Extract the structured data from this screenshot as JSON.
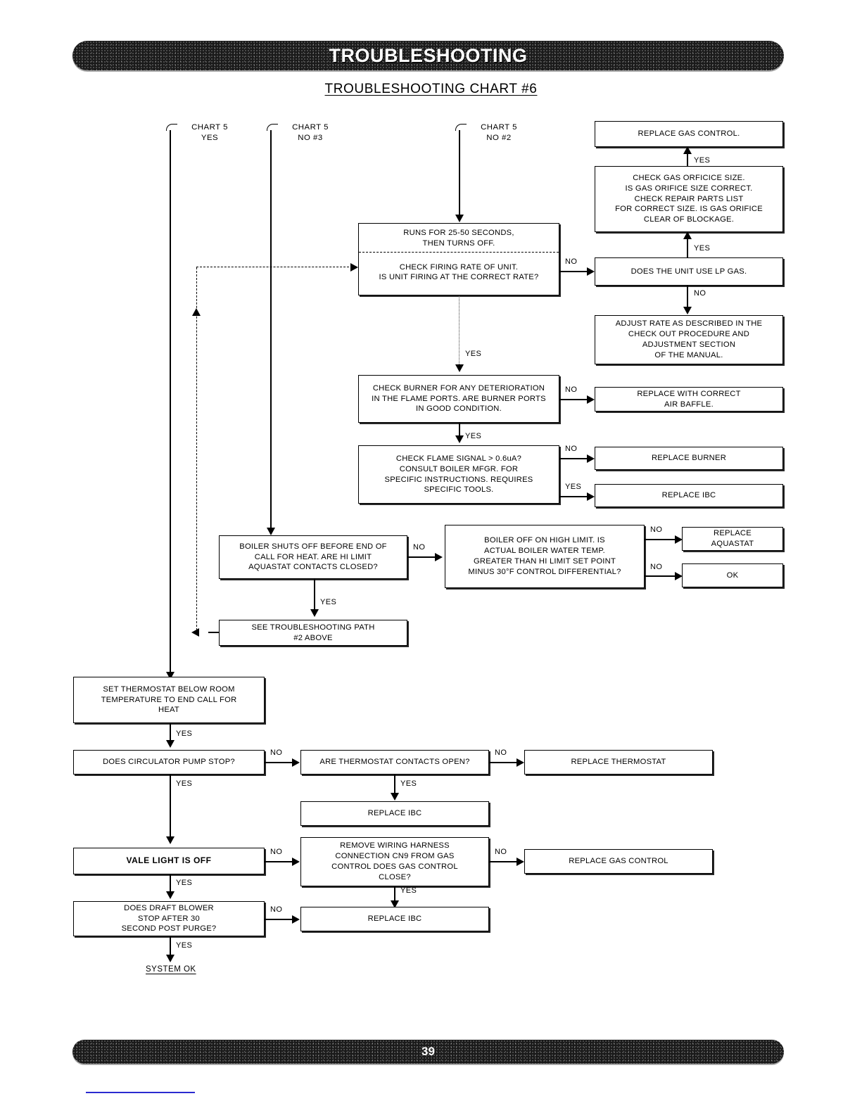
{
  "header": {
    "title": "TROUBLESHOOTING"
  },
  "footer": {
    "page_number": "39"
  },
  "chart_title": "TROUBLESHOOTING CHART #6",
  "entries": [
    {
      "id": "entry-chart5-yes",
      "label": "CHART 5\nYES"
    },
    {
      "id": "entry-chart5-no3",
      "label": "CHART 5\nNO #3"
    },
    {
      "id": "entry-chart5-no2",
      "label": "CHART 5\nNO #2"
    }
  ],
  "boxes": {
    "replace_gas_control_top": "REPLACE GAS CONTROL.",
    "check_gas_orifice": "CHECK GAS ORFICICE SIZE.\nIS GAS ORIFICE SIZE CORRECT.\nCHECK REPAIR PARTS LIST\nFOR CORRECT SIZE. IS GAS ORIFICE\nCLEAR OF BLOCKAGE.",
    "runs_for_header": "RUNS FOR 25-50 SECONDS,\nTHEN TURNS OFF.",
    "check_firing_rate": "CHECK FIRING RATE OF UNIT.\nIS UNIT FIRING AT THE CORRECT RATE?",
    "does_unit_use_lp_gas": "DOES THE UNIT USE LP GAS.",
    "adjust_rate": "ADJUST RATE AS DESCRIBED IN THE\nCHECK OUT PROCEDURE AND\nADJUSTMENT SECTION\nOF THE MANUAL.",
    "check_burner": "CHECK BURNER FOR ANY DETERIORATION\nIN THE FLAME PORTS. ARE BURNER PORTS\nIN GOOD CONDITION.",
    "replace_air_baffle": "REPLACE WITH CORRECT\nAIR BAFFLE.",
    "check_flame_signal": "CHECK FLAME SIGNAL > 0.6uA?\nCONSULT BOILER MFGR. FOR\nSPECIFIC INSTRUCTIONS. REQUIRES\nSPECIFIC TOOLS.",
    "replace_burner": "REPLACE BURNER",
    "replace_ibc_flame": "REPLACE IBC",
    "boiler_shuts_off": "BOILER SHUTS OFF BEFORE END OF\nCALL FOR HEAT. ARE HI LIMIT\nAQUASTAT CONTACTS CLOSED?",
    "boiler_off_high_limit": "BOILER OFF ON HIGH LIMIT. IS\nACTUAL BOILER WATER TEMP.\nGREATER THAN HI LIMIT SET POINT\nMINUS 30°F CONTROL DIFFERENTIAL?",
    "replace_aquastat": "REPLACE\nAQUASTAT",
    "ok": "OK",
    "see_path_2": "SEE TROUBLESHOOTING PATH\n#2 ABOVE",
    "set_thermostat": "SET THERMOSTAT BELOW ROOM\nTEMPERATURE TO END CALL FOR\nHEAT",
    "does_circulator_pump_stop": "DOES CIRCULATOR PUMP STOP?",
    "are_thermostat_contacts_open": "ARE THERMOSTAT CONTACTS OPEN?",
    "replace_thermostat": "REPLACE THERMOSTAT",
    "replace_ibc_thermostat": "REPLACE IBC",
    "vale_light_is_off": "VALE LIGHT IS OFF",
    "remove_wiring_harness": "REMOVE WIRING HARNESS\nCONNECTION CN9 FROM GAS\nCONTROL DOES GAS CONTROL\nCLOSE?",
    "replace_gas_control_bottom": "REPLACE GAS CONTROL",
    "does_draft_blower_stop": "DOES DRAFT BLOWER\nSTOP AFTER 30\nSECOND POST PURGE?",
    "replace_ibc_blower": "REPLACE IBC"
  },
  "terminal": {
    "system_ok": "SYSTEM OK"
  },
  "edge_labels": {
    "yes_to_replace_gas_control": "YES",
    "yes_orifice_from_lp": "YES",
    "no_firing_rate": "NO",
    "no_lp_gas": "NO",
    "yes_firing_rate_down": "YES",
    "no_burner": "NO",
    "yes_burner_down": "YES",
    "no_flame_signal": "NO",
    "yes_flame_signal": "YES",
    "no_boiler_shuts_off": "NO",
    "no_high_limit_aquastat": "NO",
    "no_high_limit_ok": "NO",
    "yes_boiler_shuts_off_down": "YES",
    "yes_set_thermostat": "YES",
    "no_circulator_pump": "NO",
    "yes_circulator_pump": "YES",
    "no_thermostat_contacts": "NO",
    "yes_thermostat_contacts": "YES",
    "no_vale_light": "NO",
    "yes_vale_light": "YES",
    "no_wiring_harness": "NO",
    "yes_wiring_harness": "YES",
    "no_draft_blower": "NO",
    "yes_draft_blower": "YES"
  },
  "colors": {
    "ink": "#000000",
    "bar_fill": "#1a1a1a",
    "bar_text": "#ffffff",
    "page_bg": "#ffffff",
    "link_artifact": "#2b2bd0"
  }
}
